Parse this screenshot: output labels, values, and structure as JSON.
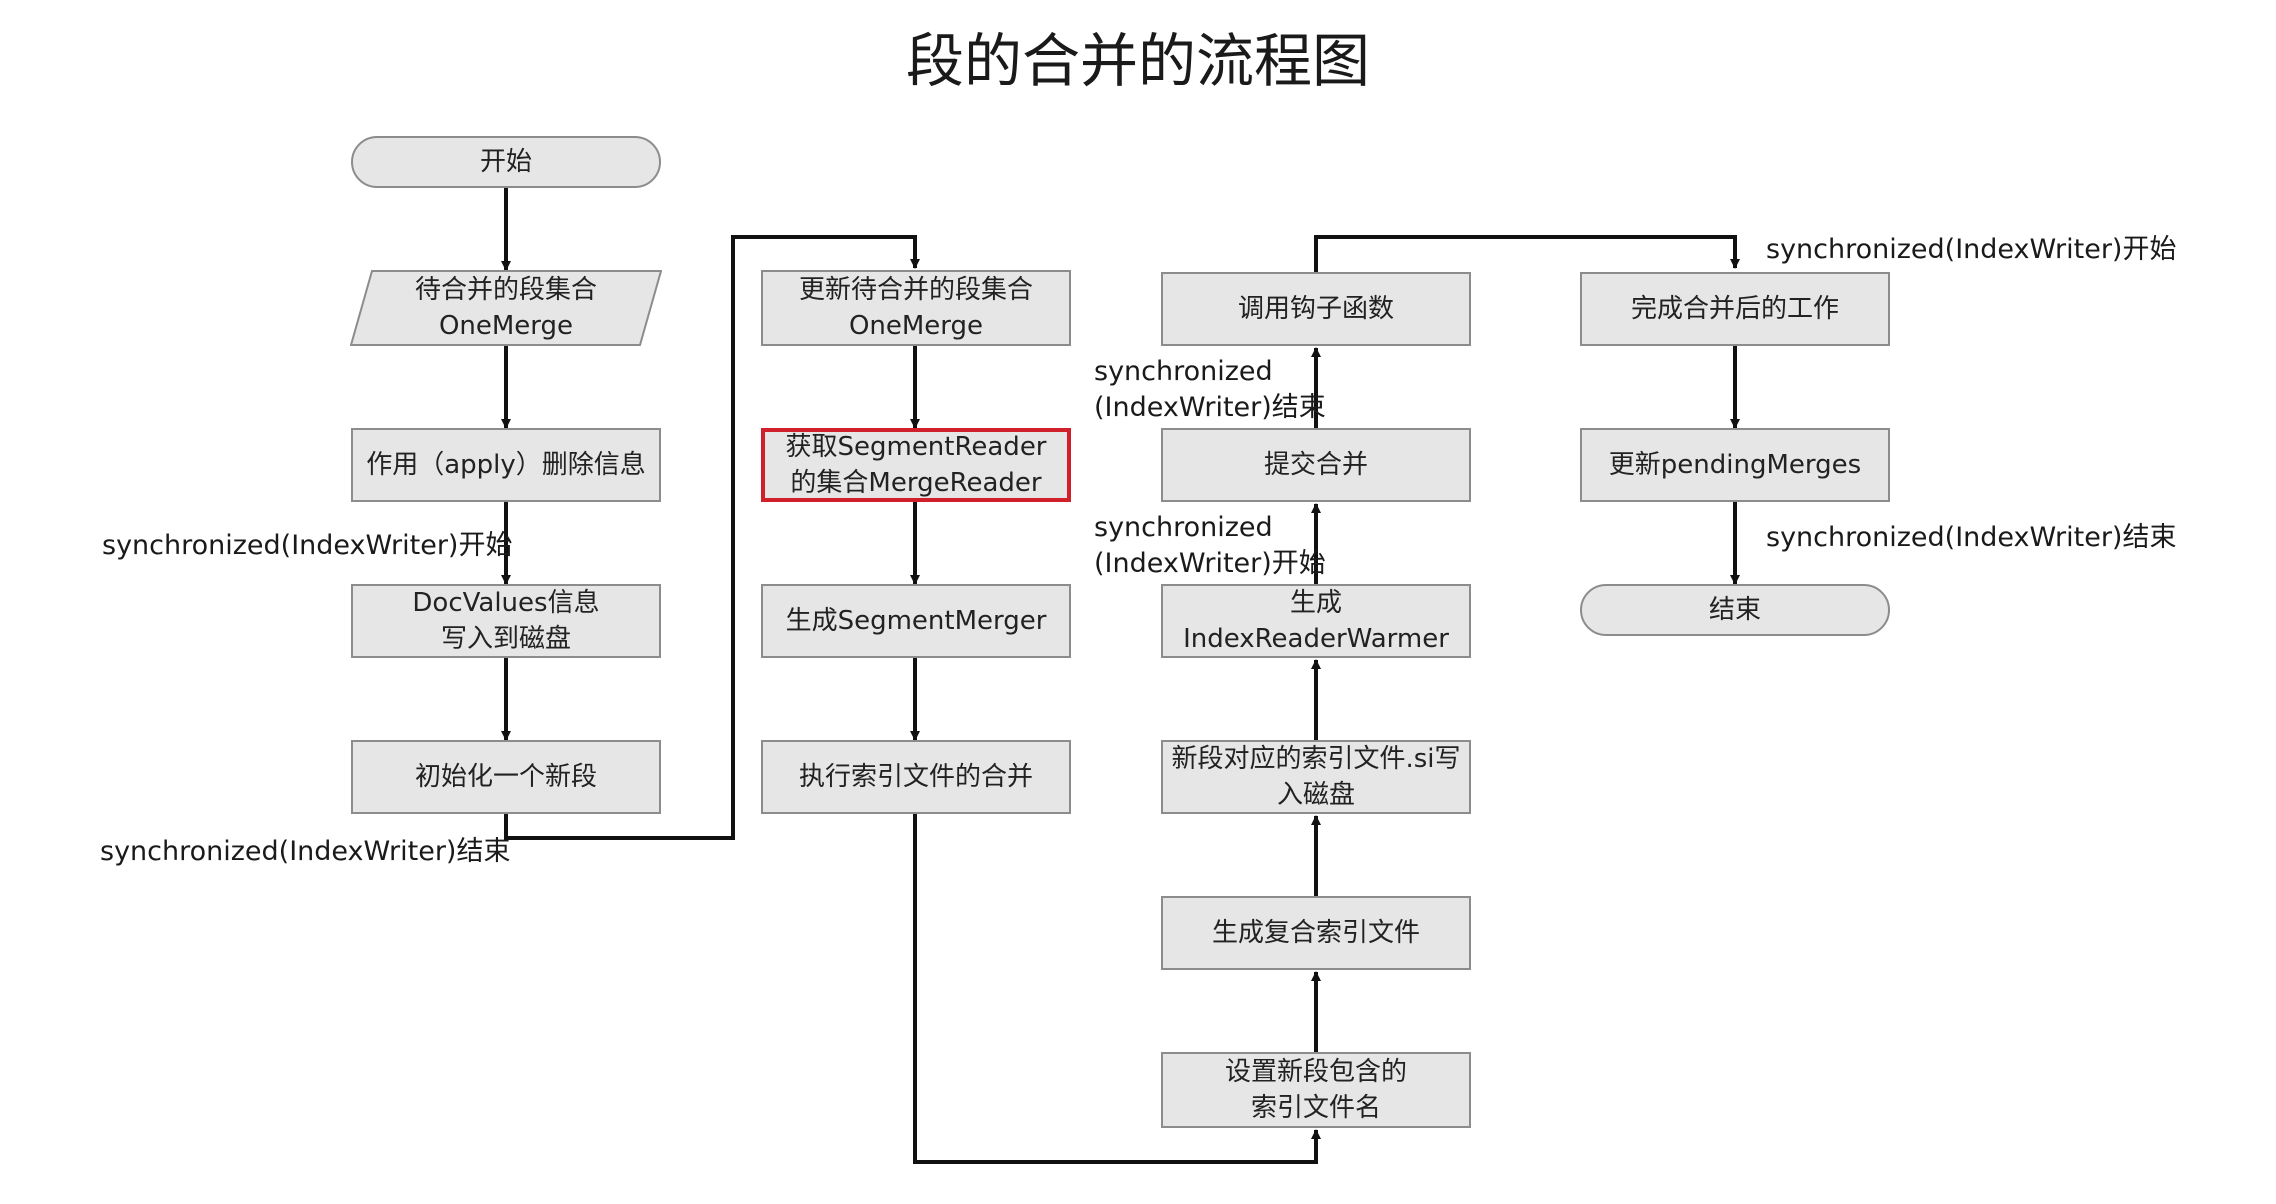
{
  "title": "段的合并的流程图",
  "nodes": {
    "start": "开始",
    "one_merge": "待合并的段集合\nOneMerge",
    "apply_deletes": "作用（apply）删除信息",
    "docvalues": "DocValues信息\n写入到磁盘",
    "init_segment": "初始化一个新段",
    "update_one_merge": "更新待合并的段集合\nOneMerge",
    "get_readers": "获取SegmentReader\n的集合MergeReader",
    "gen_merger": "生成SegmentMerger",
    "exec_merge": "执行索引文件的合并",
    "set_files": "设置新段包含的\n索引文件名",
    "gen_compound": "生成复合索引文件",
    "write_si": "新段对应的索引文件.si写\n入磁盘",
    "gen_warmer": "生成IndexReaderWarmer",
    "commit_merge": "提交合并",
    "call_hook": "调用钩子函数",
    "finish_work": "完成合并后的工作",
    "update_pending": "更新pendingMerges",
    "end": "结束"
  },
  "notes": {
    "sync_start_1": "synchronized(IndexWriter)开始",
    "sync_end_1": "synchronized(IndexWriter)结束",
    "sync_start_2": "synchronized\n(IndexWriter)开始",
    "sync_end_2": "synchronized\n(IndexWriter)结束",
    "sync_start_3": "synchronized(IndexWriter)开始",
    "sync_end_3": "synchronized(IndexWriter)结束"
  },
  "colors": {
    "node_fill": "#e6e6e6",
    "node_border": "#8c8c8c",
    "highlight_border": "#d0202a",
    "edge": "#111111"
  }
}
